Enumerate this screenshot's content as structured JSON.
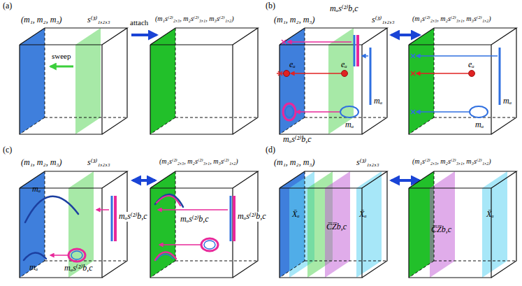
{
  "diagram": {
    "labels": [
      "(a)",
      "(m₁, m₂, m₃)",
      "s⁽³⁾₁,₂,₃",
      "sweep",
      "attach",
      "(m₁s⁽²⁾₂,₃, m₂s⁽²⁾₃,₁, m₃s⁽²⁾₁,₂)",
      "(b)",
      "(m₁, m₂, m₃)",
      "mₐs⁽²⁾b,c",
      "s⁽³⁾₁,₂,₃",
      "eₐ",
      "eₐ",
      "mₐ",
      "mₐs⁽²⁾b,c",
      "mₐ",
      "(m₁s⁽²⁾₂,₃, m₂s⁽²⁾₃,₁, m₃s⁽²⁾₁,₂)",
      "eₐ",
      "mₐ",
      "mₐ",
      "(c)",
      "(m₁, m₂, m₃)",
      "s⁽³⁾₁,₂,₃",
      "mₐs⁽²⁾b,c",
      "mₐ",
      "mₐ",
      "mₐs⁽²⁾b,c",
      "(m₁s⁽²⁾₂,₃, m₂s⁽²⁾₃,₁, m₃s⁽²⁾₁,₂)",
      "mₐs⁽²⁾b,c",
      "mₐs⁽²⁾b,c",
      "(d)",
      "(m₁, m₂, m₃)",
      "s⁽³⁾₁,₂,₃",
      "X̄ₐ",
      "C̅Z̅b,c",
      "X̄ₐ",
      "(m₁s⁽²⁾₂,₃, m₂s⁽²⁾₃,₁, m₃s⁽²⁾₁,₂)",
      "C̅Z̅b,c",
      "X̄ₐ"
    ]
  }
}
